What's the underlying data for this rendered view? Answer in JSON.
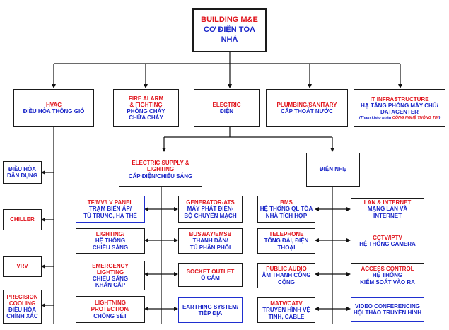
{
  "nodes": {
    "root": {
      "t1": "BUILDING M&E",
      "t2": "CƠ ĐIỆN TÒA NHÀ"
    },
    "hvac": {
      "t1": "HVAC",
      "t2": "ĐIỀU HÒA THÔNG GIÓ"
    },
    "fire": {
      "t1": "FIRE ALARM",
      "t1b": "& FIGHTING",
      "t2": "PHÒNG CHÁY",
      "t2b": "CHỮA CHÁY"
    },
    "electric": {
      "t1": "ELECTRIC",
      "t2": "ĐIỆN"
    },
    "plumbing": {
      "t1": "PLUMBING/SANITARY",
      "t2": "CẤP THOÁT NƯỚC"
    },
    "it": {
      "t1": "IT INFRASTRUCTURE",
      "t2": "HẠ TẦNG PHÒNG MÁY CHỦ/",
      "t2b": "DATACENTER",
      "note_a": "(Tham khảo phần ",
      "note_b": "CÔNG NGHỆ THÔNG TIN",
      "note_c": ")"
    },
    "supply": {
      "t1": "ELECTRIC SUPPLY &",
      "t1b": "LIGHTING",
      "t2": "CẤP ĐIỆN/CHIẾU SÁNG"
    },
    "dien_nhe": {
      "t2": "ĐIỆN NHẸ"
    },
    "dieu_hoa_dd": {
      "t2": "ĐIỀU HÒA",
      "t2b": "DÂN DỤNG"
    },
    "chiller": {
      "t1": "CHILLER"
    },
    "vrv": {
      "t1": "VRV"
    },
    "precision": {
      "t1": "PRECISION",
      "t1b": "COOLING",
      "t2": "ĐIỀU HÒA",
      "t2b": "CHÍNH XÁC"
    },
    "tf": {
      "t1": "TF/MV/LV PANEL",
      "t2": "TRẠM BIẾN ÁP/",
      "t2b": "TỦ TRUNG, HẠ THẾ"
    },
    "lighting": {
      "t1": "LIGHTING/",
      "t2": "HỆ THỐNG",
      "t2b": "CHIẾU SÁNG"
    },
    "emergency": {
      "t1": "EMERGENCY",
      "t1b": "LIGHTING",
      "t2": "CHIẾU SÁNG",
      "t2b": "KHẨN CẤP"
    },
    "lightning": {
      "t1": "LIGHTNING",
      "t1b": "PROTECTION/",
      "t2": "CHỐNG SÉT"
    },
    "generator": {
      "t1": "GENERATOR-ATS",
      "t2": "MÁY PHÁT ĐIỆN-",
      "t2b": "BỘ CHUYỂN MẠCH"
    },
    "busway": {
      "t1": "BUSWAY/EMSB",
      "t2": "THANH DẪN/",
      "t2b": "TỦ PHÂN PHỐI"
    },
    "socket": {
      "t1": "SOCKET OUTLET",
      "t2": "Ổ CẮM"
    },
    "earthing": {
      "t2": "EARTHING SYSTEM/",
      "t2b": "TIẾP ĐỊA"
    },
    "bms": {
      "t1": "BMS",
      "t2": "HỆ THỐNG QL TÒA",
      "t2b": "NHÀ TÍCH HỢP"
    },
    "telephone": {
      "t1": "TELEPHONE",
      "t2": "TỔNG ĐÀI, ĐIỆN",
      "t2b": "THOẠI"
    },
    "audio": {
      "t1": "PUBLIC AUDIO",
      "t2": "ÂM THANH CÔNG",
      "t2b": "CỘNG"
    },
    "matv": {
      "t1": "MATV/CATV",
      "t2": "TRUYỀN HÌNH VỆ",
      "t2b": "TINH, CABLE"
    },
    "lan": {
      "t1": "LAN & INTERNET",
      "t2": "MẠNG LAN VÀ INTERNET"
    },
    "cctv": {
      "t1": "CCTV/IPTV",
      "t2": "HỆ THỐNG CAMERA"
    },
    "access": {
      "t1": "ACCESS CONTROL",
      "t2": "HỆ THỐNG",
      "t2b": "KIỂM SOÁT VÀO RA"
    },
    "video": {
      "t2": "VIDEO CONFERENCING",
      "t2b": "HỘI THẢO TRUYỀN HÌNH"
    }
  }
}
